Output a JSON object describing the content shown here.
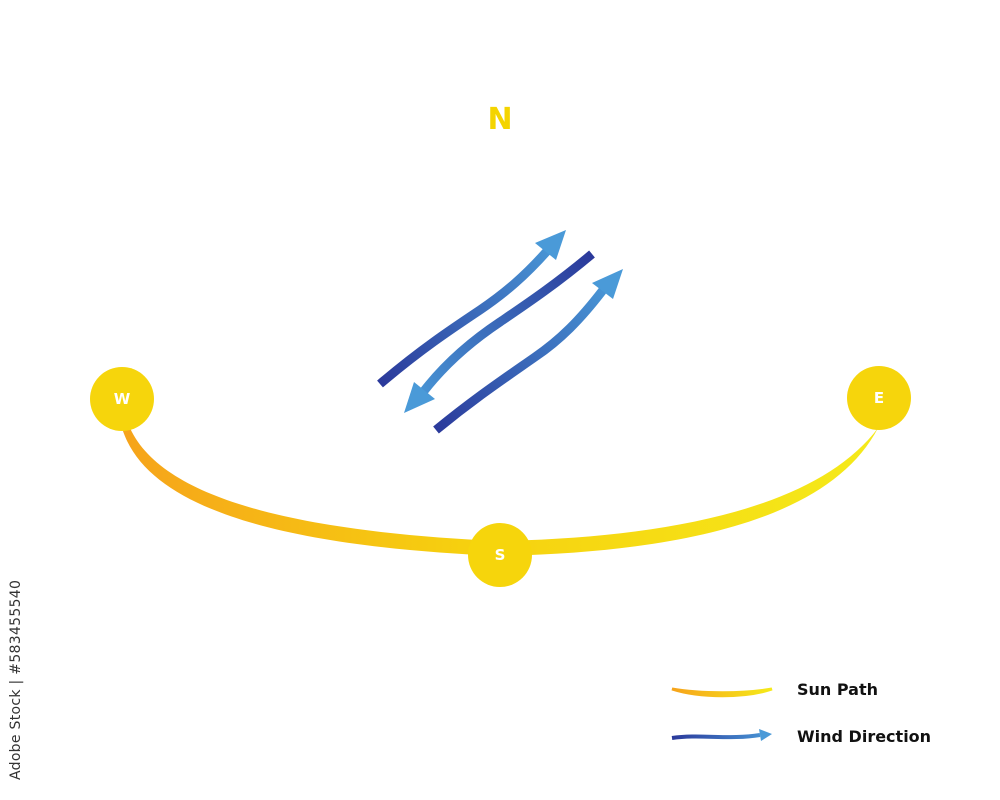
{
  "compass": {
    "north_label": "N",
    "west_label": "W",
    "east_label": "E",
    "south_label": "S"
  },
  "legend": {
    "sun_path_label": "Sun Path",
    "wind_direction_label": "Wind Direction"
  },
  "watermark": {
    "text": "Adobe Stock | #583455540"
  },
  "colors": {
    "sun": "#f6d50c",
    "north_text": "#f4d400",
    "sun_path_start": "#f6a31b",
    "sun_path_end": "#f5ea1a",
    "wind_dark": "#2b3a9b",
    "wind_light": "#4a9ad8"
  }
}
